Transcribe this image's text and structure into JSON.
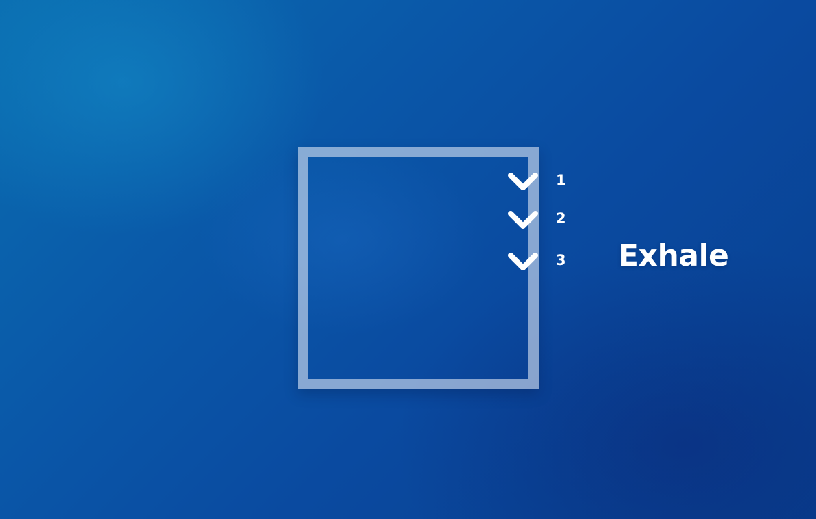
{
  "breathing_guide": {
    "phase_label": "Exhale",
    "counts": [
      {
        "number": "1",
        "icon": "chevron-down-icon"
      },
      {
        "number": "2",
        "icon": "chevron-down-icon"
      },
      {
        "number": "3",
        "icon": "chevron-down-icon"
      }
    ]
  },
  "colors": {
    "background_primary": "#0a4aa0",
    "background_highlight": "#0a6db0",
    "box_stroke": "#d7e1f0",
    "text": "#ffffff"
  }
}
